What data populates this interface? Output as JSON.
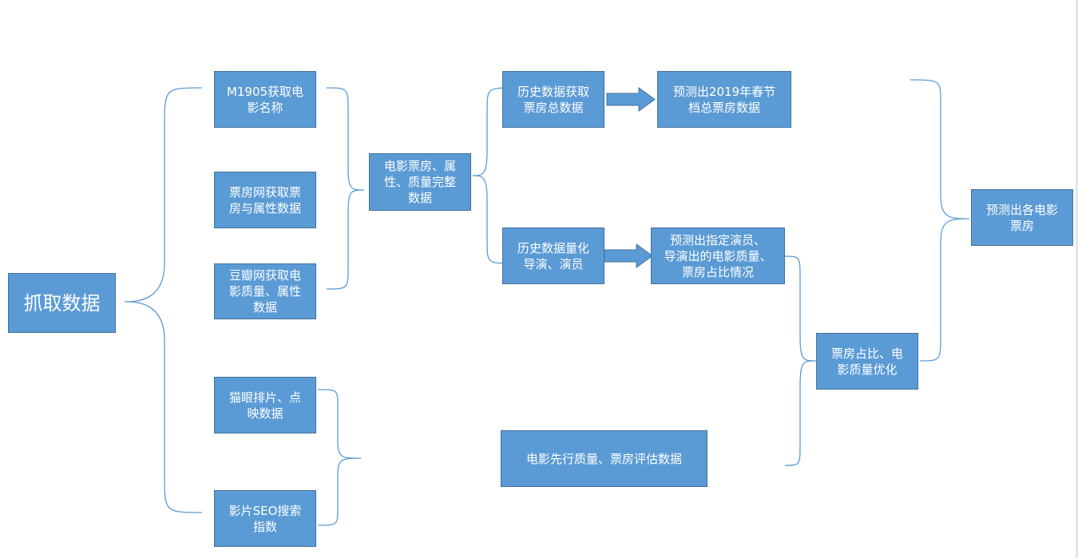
{
  "colors": {
    "box_fill": "#5b9bd5",
    "box_border": "#41719c",
    "box_text": "#ffffff",
    "connector": "#5b9bd5"
  },
  "nodes": {
    "grab_data": "抓取数据",
    "m1905": "M1905获取电\n影名称",
    "piaofang_net": "票房网获取票\n房与属性数据",
    "douban": "豆瓣网获取电\n影质量、属性\n数据",
    "maoyan": "猫眼排片、点\n映数据",
    "seo": "影片SEO搜索\n指数",
    "complete_data": "电影票房、属\n性、质量完整\n数据",
    "history_total": "历史数据获取\n票房总数据",
    "history_quant": "历史数据量化\n导演、演员",
    "predict_spring": "预测出2019年春节\n档总票房数据",
    "predict_actor": "预测出指定演员、\n导演出的电影质量、\n票房占比情况",
    "leading_data": "电影先行质量、票房评估数据",
    "ratio_quality": "票房占比、电\n影质量优化",
    "predict_each": "预测出各电影\n票房"
  }
}
